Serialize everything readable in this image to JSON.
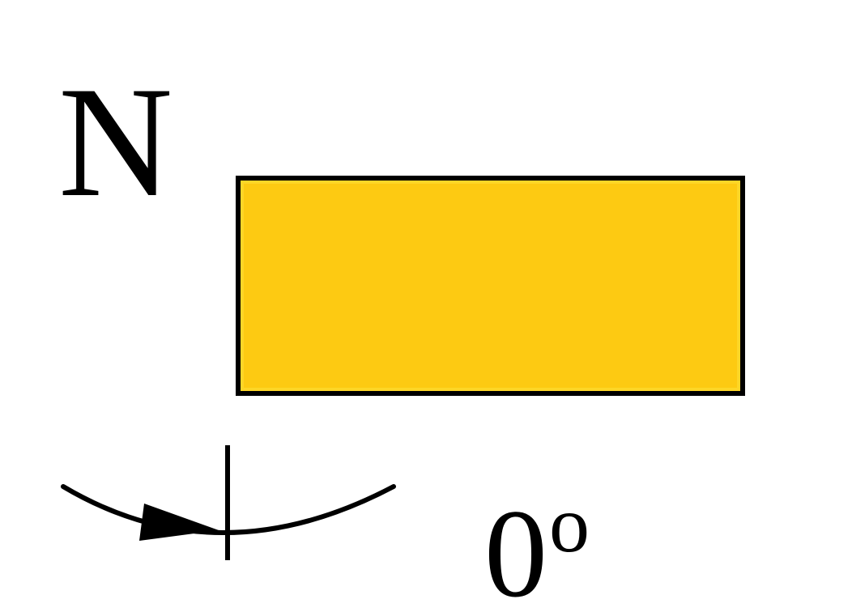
{
  "north_label": "N",
  "angle": {
    "value": "0",
    "unit": "o"
  },
  "block": {
    "fill_color": "#fdca12",
    "border_color": "#000000"
  },
  "icons": {
    "rotation_arrow": "rotation-arrow-icon",
    "reference_tick": "reference-tick-icon"
  }
}
